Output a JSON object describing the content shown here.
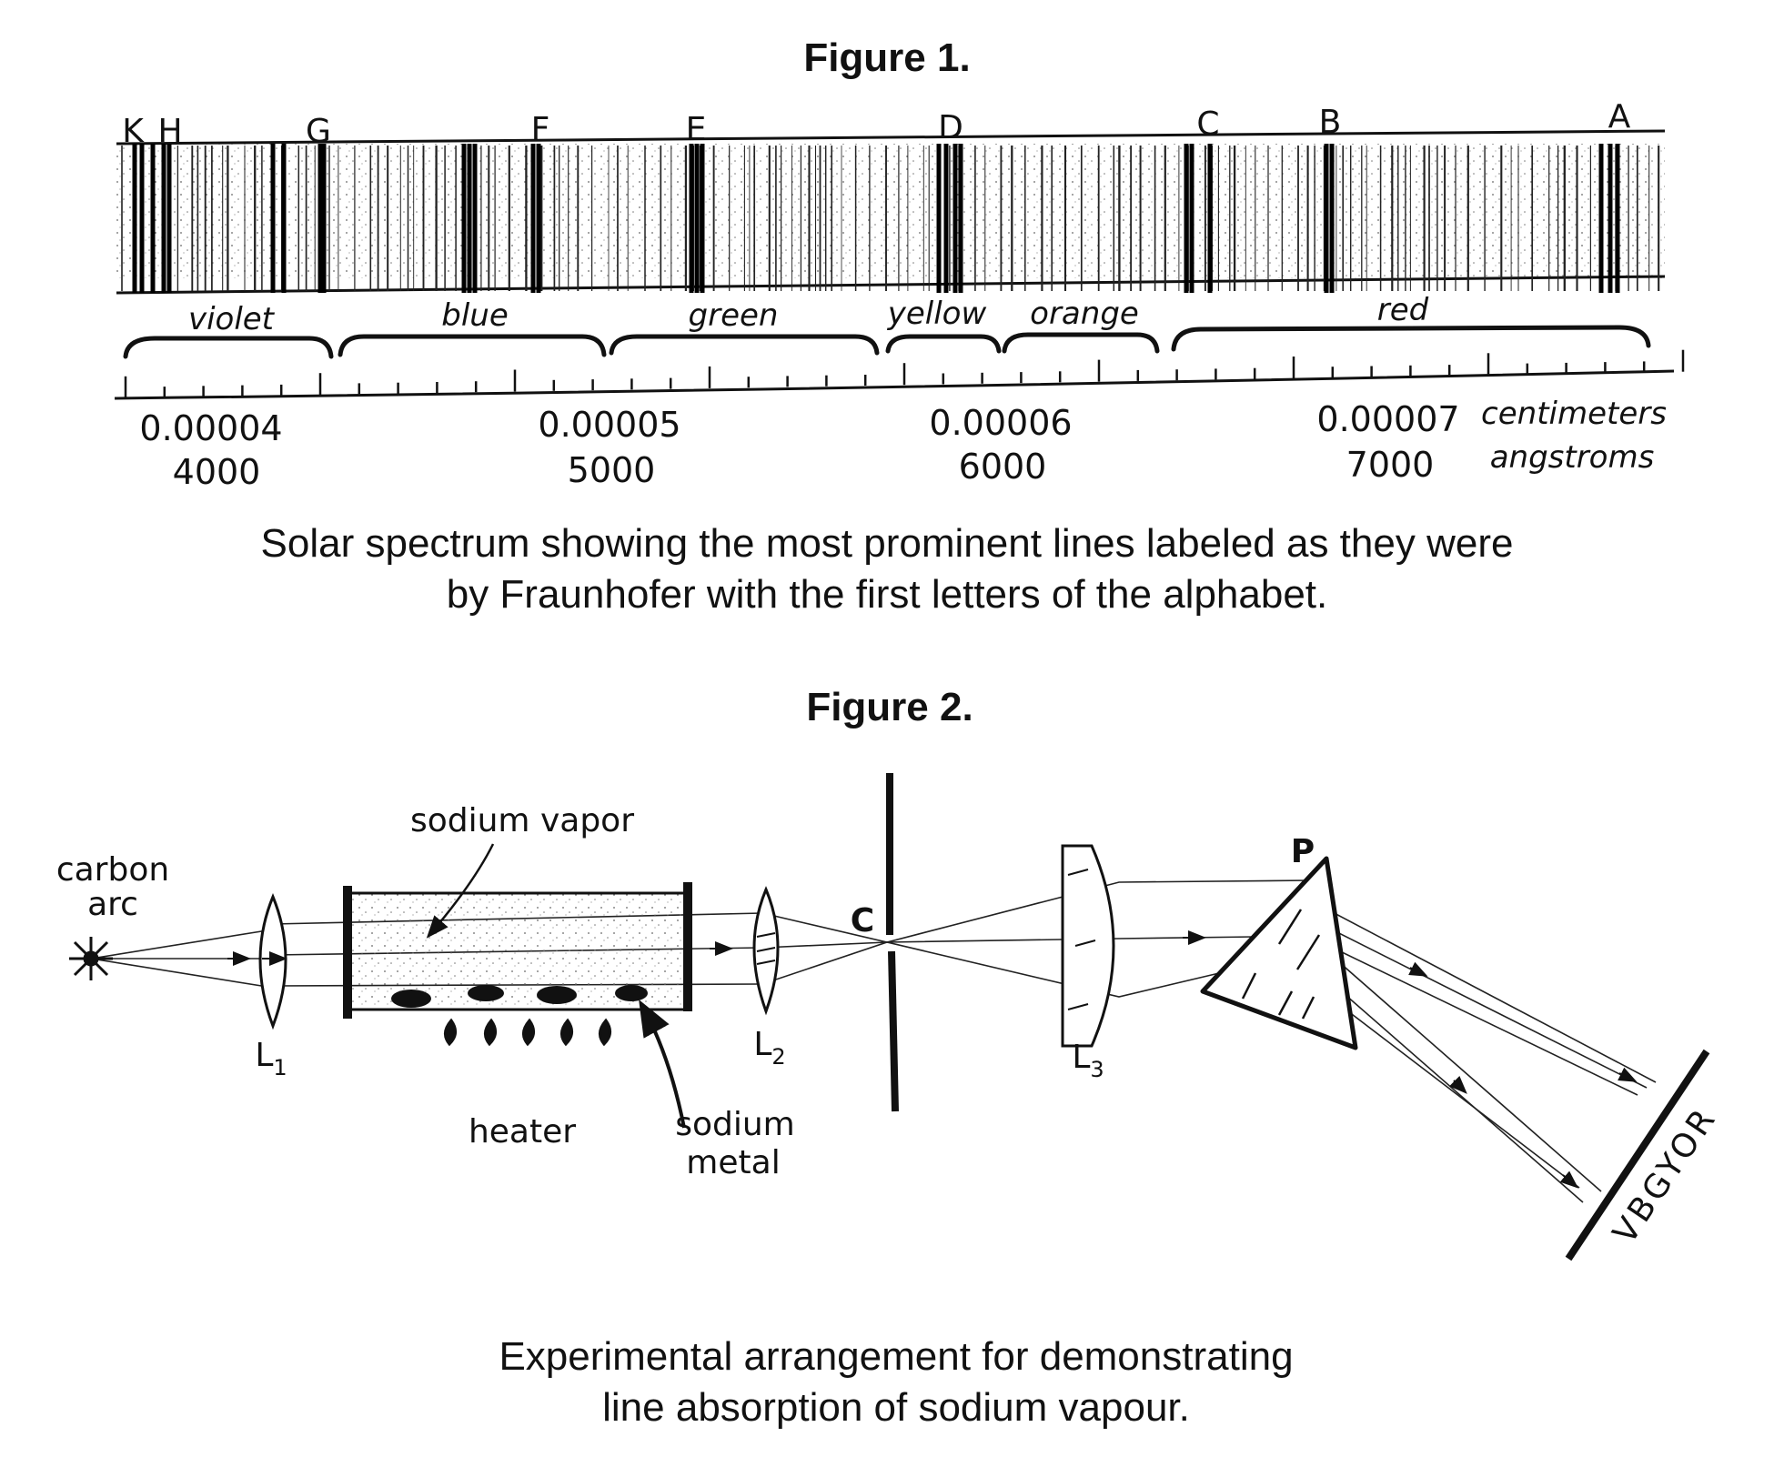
{
  "figure1": {
    "title": "Figure 1.",
    "line_letters": [
      "K",
      "H",
      "G",
      "F",
      "E",
      "D",
      "C",
      "B",
      "A"
    ],
    "color_bands": [
      "violet",
      "blue",
      "green",
      "yellow",
      "orange",
      "red"
    ],
    "scale_cm": [
      "0.00004",
      "0.00005",
      "0.00006",
      "0.00007"
    ],
    "scale_angstrom": [
      "4000",
      "5000",
      "6000",
      "7000"
    ],
    "unit_cm": "centimeters",
    "unit_angstrom": "angstroms",
    "caption_line1": "Solar spectrum showing the most prominent lines labeled as they were",
    "caption_line2": "by Fraunhofer with the first letters of the alphabet."
  },
  "figure2": {
    "title": "Figure 2.",
    "labels": {
      "carbon_arc_1": "carbon",
      "carbon_arc_2": "arc",
      "sodium_vapor": "sodium vapor",
      "lens1": "L",
      "lens1_sub": "1",
      "lens2": "L",
      "lens2_sub": "2",
      "lens3": "L",
      "lens3_sub": "3",
      "slit": "C",
      "prism": "P",
      "heater": "heater",
      "sodium_metal_1": "sodium",
      "sodium_metal_2": "metal",
      "screen_colors": "VBGYOR"
    },
    "caption_line1": "Experimental arrangement for demonstrating",
    "caption_line2": "line absorption of sodium vapour."
  }
}
